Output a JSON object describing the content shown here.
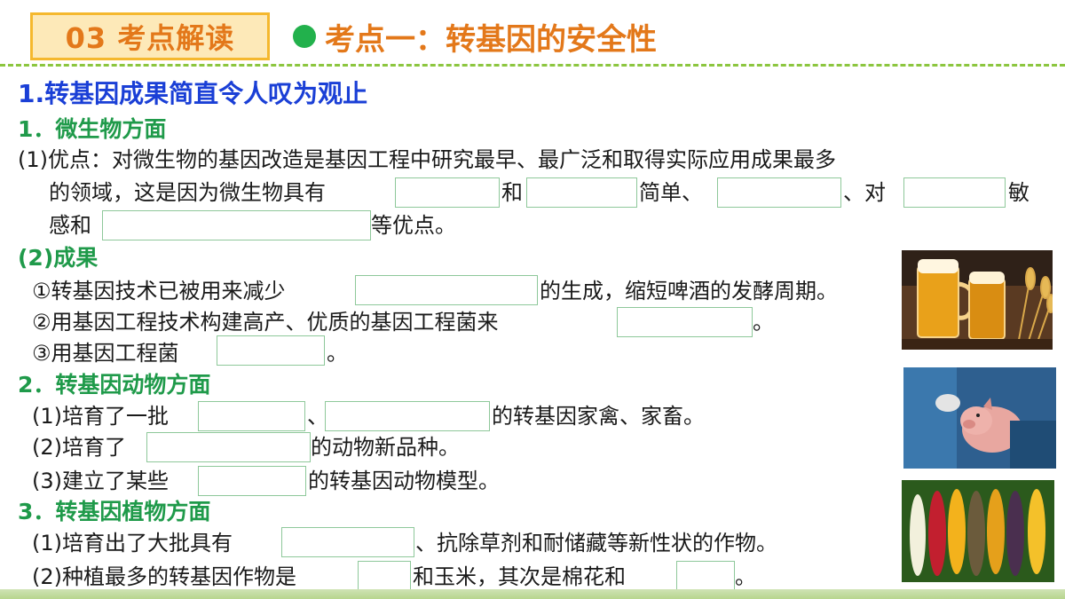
{
  "header": {
    "badge": "03 考点解读",
    "topic": "考点一：转基因的安全性"
  },
  "content": {
    "title": "1.转基因成果简直令人叹为观止",
    "s1": "1．微生物方面",
    "s1_p1": "(1)优点：对微生物的基因改造是基因工程中研究最早、最广泛和取得实际应用成果最多",
    "s1_p2a": "的领域，这是因为微生物具有",
    "s1_p2b": "和",
    "s1_p2c": "简单、",
    "s1_p2d": "、对",
    "s1_p2e": "敏",
    "s1_p3a": "感和",
    "s1_p3b": "等优点。",
    "s1_sub": "(2)成果",
    "r1a": "①转基因技术已被用来减少",
    "r1b": "的生成，缩短啤酒的发酵周期。",
    "r2a": "②用基因工程技术构建高产、优质的基因工程菌来",
    "r2b": "。",
    "r3a": "③用基因工程菌",
    "r3b": "。",
    "s2": "2．转基因动物方面",
    "a1a": "(1)培育了一批",
    "a1b": "、",
    "a1c": "的转基因家禽、家畜。",
    "a2a": "(2)培育了",
    "a2b": "的动物新品种。",
    "a3a": "(3)建立了某些",
    "a3b": "的转基因动物模型。",
    "s3": "3．转基因植物方面",
    "p1a": "(1)培育出了大批具有",
    "p1b": "、抗除草剂和耐储藏等新性状的作物。",
    "p2a": "(2)种植最多的转基因作物是",
    "p2b": "和玉米，其次是棉花和",
    "p2c": "。"
  },
  "images": [
    "beer-and-wheat",
    "transgenic-piglet",
    "colored-corn"
  ],
  "colors": {
    "accent_orange": "#e3781a",
    "heading_blue": "#1a3fd6",
    "heading_green": "#1f9a4a",
    "dash_green": "#8cc63f"
  }
}
